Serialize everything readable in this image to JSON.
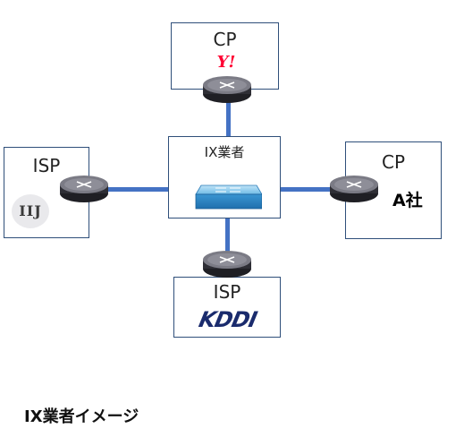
{
  "nodes": {
    "cp_top": {
      "label": "CP",
      "logo_text": "Y!"
    },
    "isp_left": {
      "label": "ISP",
      "logo_text": "IIJ"
    },
    "ix": {
      "label": "IX業者"
    },
    "cp_right": {
      "label": "CP",
      "company": "A社"
    },
    "isp_bottom": {
      "label": "ISP",
      "logo_text": "KDDI"
    }
  },
  "caption": "IX業者イメージ",
  "colors": {
    "box_border": "#2f4f7a",
    "link": "#4472c4",
    "yahoo_red": "#ff0033",
    "kddi_navy": "#1a2b6d",
    "iij_gray": "#e9e9ec"
  },
  "icons": [
    "router-icon",
    "switch-icon",
    "yahoo-logo",
    "iij-logo",
    "kddi-logo"
  ]
}
